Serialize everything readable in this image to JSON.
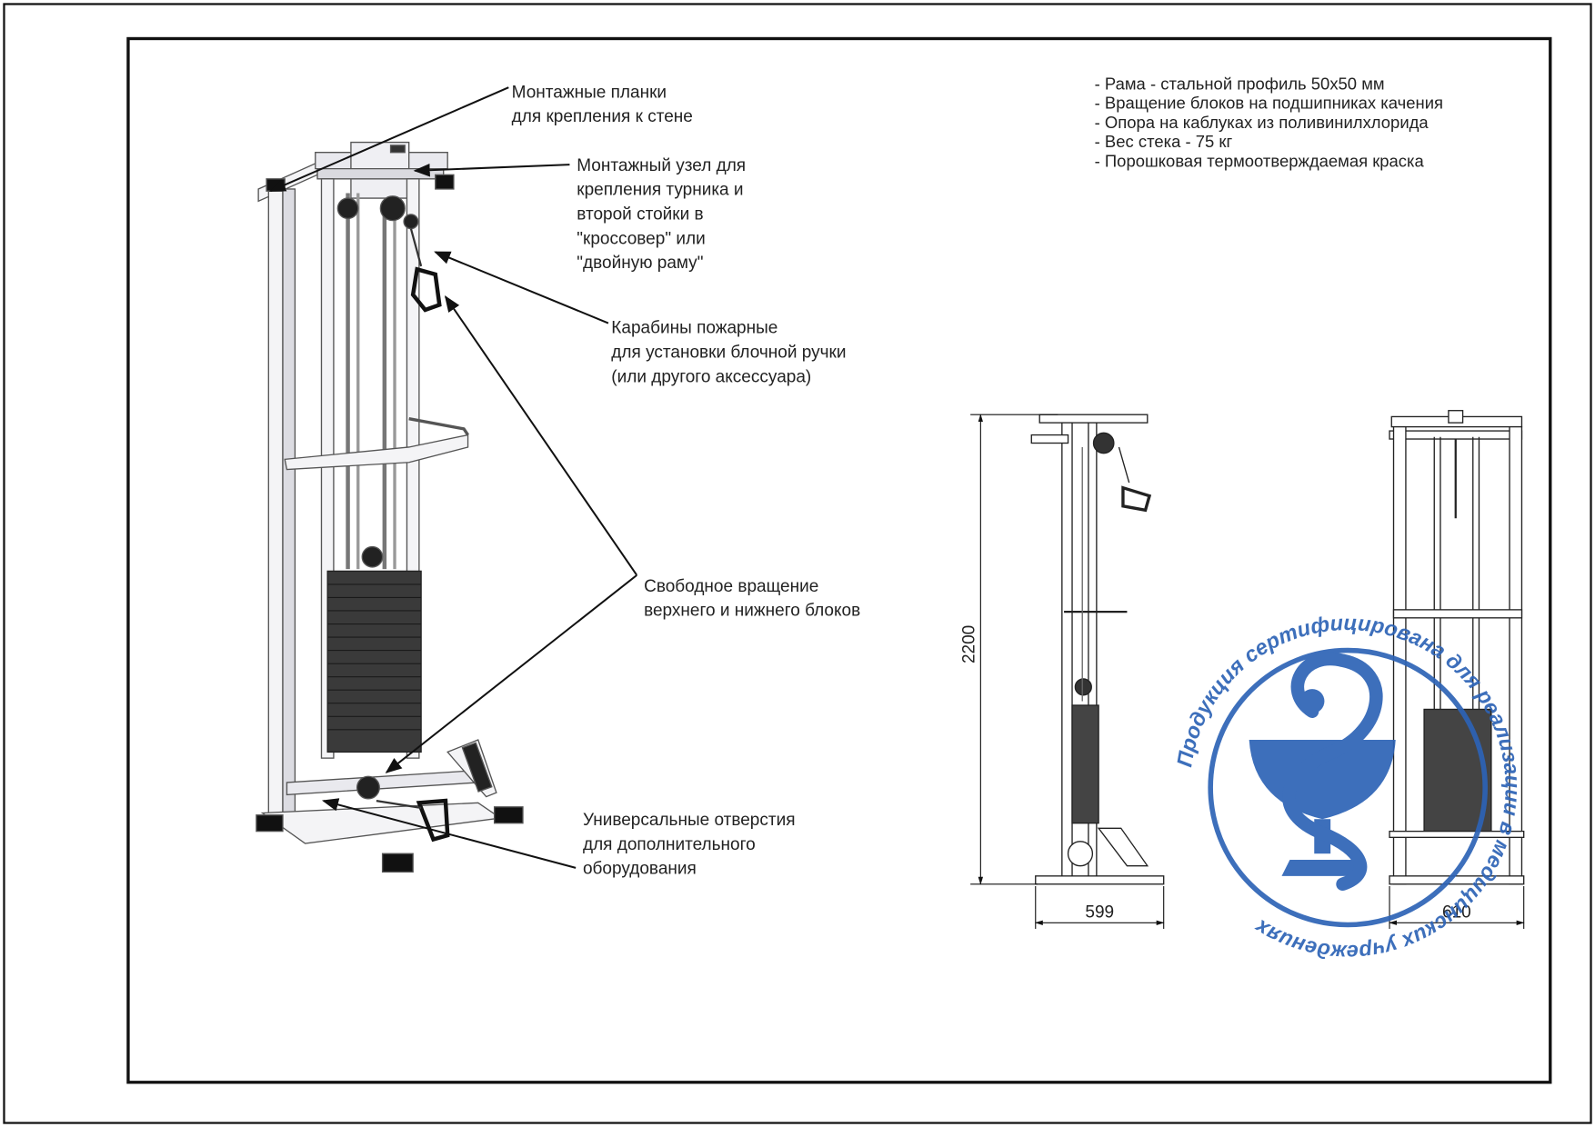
{
  "callouts": {
    "mounting_plates": "Монтажные планки\n для крепления к стене",
    "mounting_node": "Монтажный узел для\nкрепления турника и\nвторой стойки в\n\"кроссовер\" или\n\"двойную раму\"",
    "carabiners": "Карабины пожарные\nдля установки блочной ручки\n(или другого аксессуара)",
    "free_rotation": "Свободное вращение\nверхнего и нижнего блоков",
    "universal_holes": "Универсальные отверстия\nдля дополнительного\nоборудования"
  },
  "specs": [
    "- Рама - стальной профиль 50х50 мм",
    "- Вращение блоков на подшипниках качения",
    "- Опора на каблуках из поливинилхлорида",
    "- Вес стека - 75 кг",
    "- Порошковая термоотверждаемая краска"
  ],
  "dimensions": {
    "height": "2200",
    "side_width": "599",
    "front_width": "610"
  },
  "stamp": {
    "text": "Продукция сертифицирована для реализации в медицинских учреждениях",
    "color": "#2d63b6"
  },
  "colors": {
    "frame": "#f4f4f6",
    "outline": "#1a1a1a",
    "weight_stack": "#3a3a3a"
  }
}
